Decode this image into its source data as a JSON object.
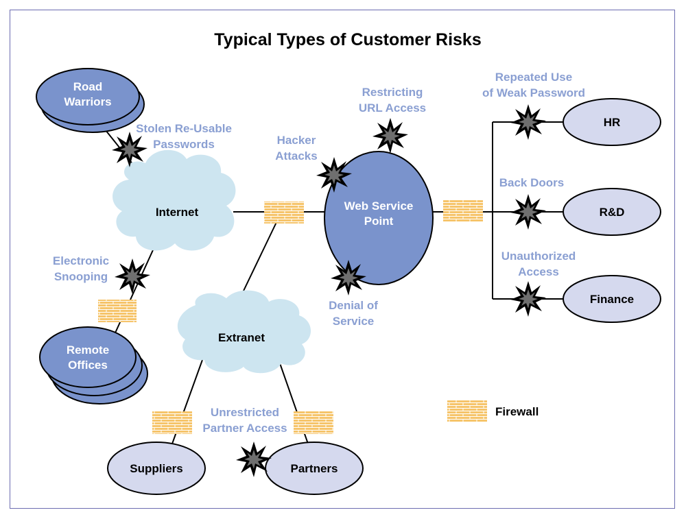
{
  "title": "Typical Types of Customer Risks",
  "nodes": {
    "road_warriors": [
      "Road",
      "Warriors"
    ],
    "internet": "Internet",
    "remote_offices": [
      "Remote",
      "Offices"
    ],
    "extranet": "Extranet",
    "web_service_point": [
      "Web Service",
      "Point"
    ],
    "hr": "HR",
    "rd": "R&D",
    "finance": "Finance",
    "suppliers": "Suppliers",
    "partners": "Partners"
  },
  "risks": {
    "stolen_passwords": [
      "Stolen Re-Usable",
      "Passwords"
    ],
    "electronic_snooping": [
      "Electronic",
      "Snooping"
    ],
    "hacker_attacks": [
      "Hacker",
      "Attacks"
    ],
    "restricting_url": [
      "Restricting",
      "URL Access"
    ],
    "denial_of_service": [
      "Denial of",
      "Service"
    ],
    "weak_password": [
      "Repeated Use",
      "of Weak Password"
    ],
    "back_doors": "Back Doors",
    "unauthorized_access": [
      "Unauthorized",
      "Access"
    ],
    "unrestricted_partner": [
      "Unrestricted",
      "Partner Access"
    ]
  },
  "legend": {
    "firewall": "Firewall"
  },
  "colors": {
    "risk_text": "#8a9fd2",
    "dark_node_fill": "#7a93cc",
    "light_node_fill": "#d5d9ee",
    "cloud_fill": "#cde5f0",
    "firewall_fill": "#f6c46a",
    "frame": "#6b6bb0"
  },
  "icons": {
    "risk_marker": "explosion-burst-icon",
    "firewall_marker": "brick-wall-icon"
  }
}
